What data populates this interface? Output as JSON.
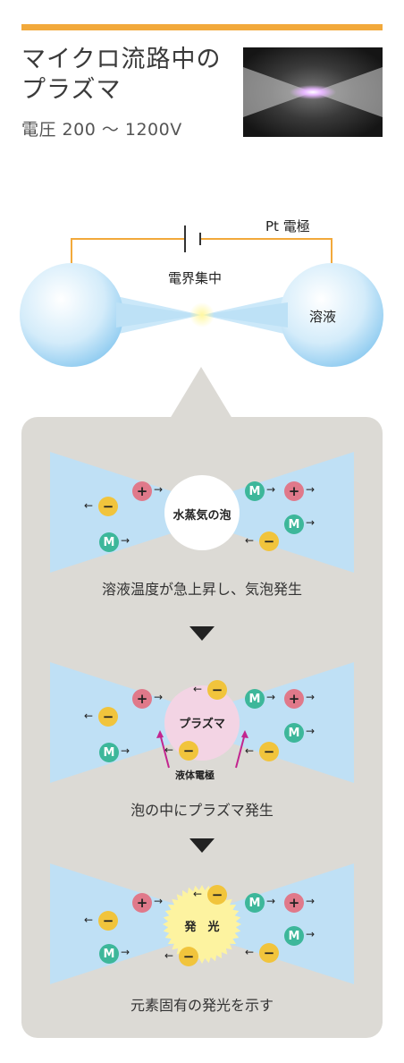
{
  "header": {
    "title_line1": "マイクロ流路中の",
    "title_line2": "プラズマ",
    "subtitle": "電圧 200 〜 1200V"
  },
  "schematic": {
    "electrode_label": "Pt 電極",
    "field_label": "電界集中",
    "solution_label": "溶液"
  },
  "stages": [
    {
      "bubble_label": "水蒸気の泡",
      "caption": "溶液温度が急上昇し、気泡発生"
    },
    {
      "bubble_label": "プラズマ",
      "electrode_label": "液体電極",
      "caption": "泡の中にプラズマ発生"
    },
    {
      "bubble_label": "発　光",
      "caption": "元素固有の発光を示す"
    }
  ],
  "ions": {
    "plus": "+",
    "minus": "−",
    "metal": "M",
    "arrow_right": "→",
    "arrow_left": "←"
  },
  "colors": {
    "accent": "#f2a93b",
    "channel": "#bfe0f5",
    "panel": "#dcdad5",
    "plus_ion": "#e0798a",
    "minus_ion": "#f1c43c",
    "metal_ion": "#3db79a",
    "plasma": "#f3d4e4",
    "emission": "#fdf3a0",
    "field_arrow": "#c2258f"
  }
}
